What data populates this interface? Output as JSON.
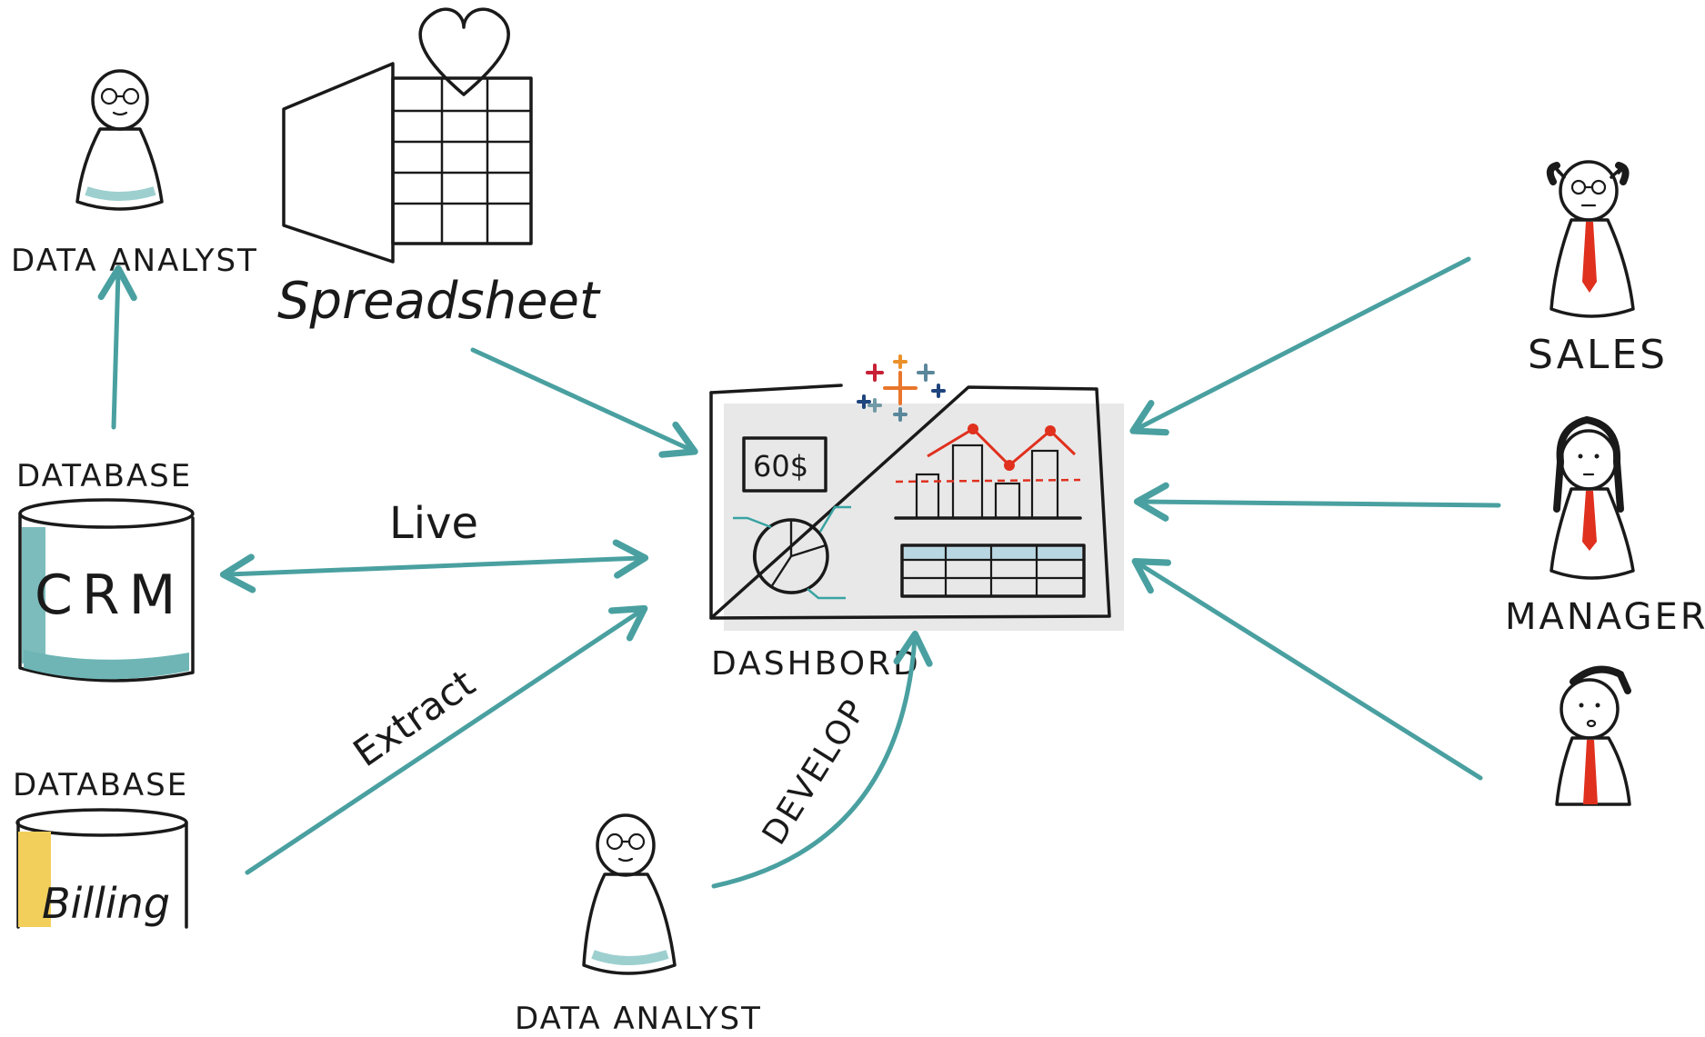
{
  "labels": {
    "data_analyst_top": "DATA ANALYST",
    "spreadsheet": "Spreadsheet",
    "database_crm": "DATABASE",
    "crm": "CRM",
    "database_billing": "DATABASE",
    "billing": "Billing",
    "live": "Live",
    "extract": "Extract",
    "dashboard": "DASHBORD",
    "dashboard_kpi": "60$",
    "develop": "DEVELOP",
    "data_analyst_bottom": "DATA ANALYST",
    "sales": "SALES",
    "manager": "MANAGER"
  },
  "colors": {
    "arrow": "#4aa0a0",
    "excel_green": "#2db83a",
    "heart_red": "#e23b2e",
    "tie_red": "#e0301e",
    "crm_teal": "#6fb5b5",
    "billing_yellow": "#f2cf5b",
    "pie_red": "#e04a2e",
    "pie_yellow": "#f0c23a",
    "pie_teal": "#3aa3a3"
  }
}
